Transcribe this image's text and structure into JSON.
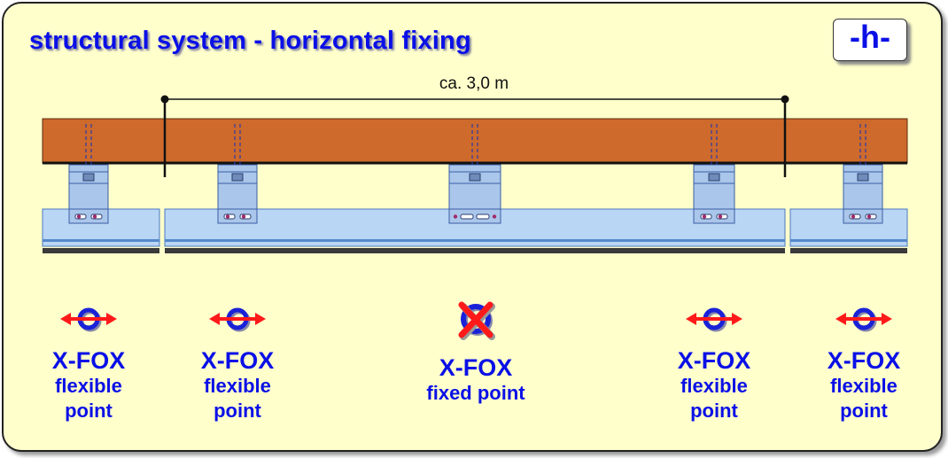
{
  "title": "structural system - horizontal fixing",
  "badge": "-h-",
  "dimension_label": "ca. 3,0 m",
  "anchors": [
    {
      "name": "X-FOX",
      "desc_line1": "flexible",
      "desc_line2": "point",
      "type": "flexible"
    },
    {
      "name": "X-FOX",
      "desc_line1": "flexible",
      "desc_line2": "point",
      "type": "flexible"
    },
    {
      "name": "X-FOX",
      "desc_line1": "fixed point",
      "desc_line2": "",
      "type": "fixed"
    },
    {
      "name": "X-FOX",
      "desc_line1": "flexible",
      "desc_line2": "point",
      "type": "flexible"
    },
    {
      "name": "X-FOX",
      "desc_line1": "flexible",
      "desc_line2": "point",
      "type": "flexible"
    }
  ],
  "colors": {
    "title": "#0a10e6",
    "beam": "#cd6a2c",
    "panel": "#b9d6f5",
    "bracket": "#aac6ea",
    "arrow": "#ff1a1a",
    "ring": "#1a22d8",
    "background": "#ffffcc"
  },
  "icons": [
    "double-arrow-icon",
    "ring-icon",
    "cross-icon"
  ]
}
